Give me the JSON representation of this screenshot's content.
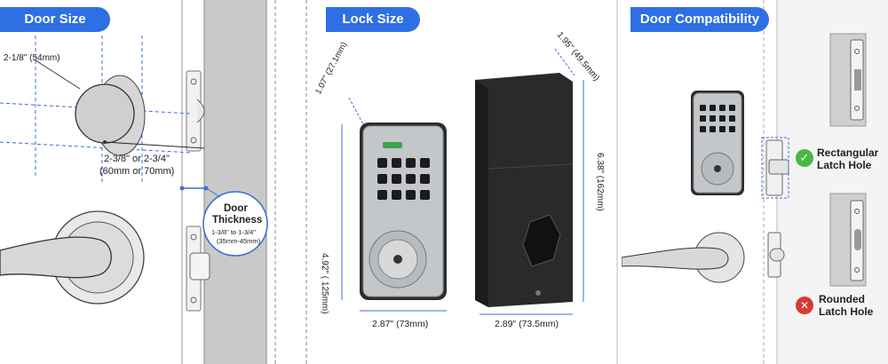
{
  "sections": {
    "door_size": {
      "title": "Door Size",
      "diameter": "2-1/8\" (54mm)",
      "backset_line1": "2-3/8\" or 2-3/4\"",
      "backset_line2": "(60mm or 70mm)",
      "thickness_title_1": "Door",
      "thickness_title_2": "Thickness",
      "thickness_value_1": "1-3/8\" to 1-3/4\"",
      "thickness_value_2": "(35mm-45mm)"
    },
    "lock_size": {
      "title": "Lock Size",
      "keypad_top": "1.07\" (27.1mm)",
      "keypad_height": "4.92\" ( 125mm)",
      "keypad_width": "2.87\" (73mm)",
      "interior_depth": "1.95\" (49.5mm)",
      "interior_height": "6.38\" (162mm)",
      "interior_width": "2.89\" (73.5mm)"
    },
    "compatibility": {
      "title": "Door Compatibility",
      "good_label_1": "Rectangular",
      "good_label_2": "Latch Hole",
      "bad_label_1": "Rounded",
      "bad_label_2": "Latch Hole"
    }
  },
  "colors": {
    "accent": "#2f6fe4",
    "door": "#c9c9c9",
    "lock_finish": "#c4c7ca",
    "interior_body": "#2a2a2c",
    "ok": "#4cb748",
    "bad": "#d83a35"
  }
}
